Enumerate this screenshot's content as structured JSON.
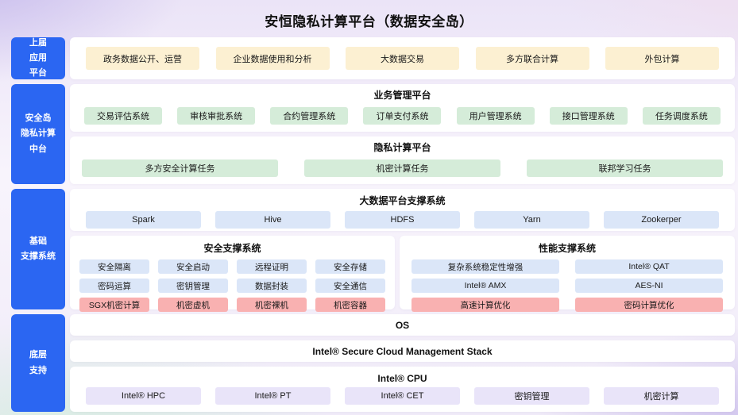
{
  "title": "安恒隐私计算平台（数据安全岛）",
  "palette": {
    "sidebar_blue": "#2b66f2",
    "yellow": "#fcf0d2",
    "green": "#d5ecd9",
    "light_blue": "#dbe6f8",
    "pink": "#f9b1b1",
    "lavender": "#e9e4f9",
    "background_purple": "#ebe4f7"
  },
  "sidebar": {
    "items": [
      {
        "label": "上届\n应用\n平台"
      },
      {
        "label": "安全岛\n隐私计算\n中台"
      },
      {
        "label": "基础\n支撑系统"
      },
      {
        "label": "底层\n支持"
      }
    ]
  },
  "app_layer": {
    "items": [
      "政务数据公开、运营",
      "企业数据使用和分析",
      "大数据交易",
      "多方联合计算",
      "外包计算"
    ]
  },
  "business_platform": {
    "title": "业务管理平台",
    "items": [
      "交易评估系统",
      "审核审批系统",
      "合约管理系统",
      "订单支付系统",
      "用户管理系统",
      "接口管理系统",
      "任务调度系统"
    ]
  },
  "privacy_platform": {
    "title": "隐私计算平台",
    "items": [
      "多方安全计算任务",
      "机密计算任务",
      "联邦学习任务"
    ]
  },
  "bigdata_support": {
    "title": "大数据平台支撑系统",
    "items": [
      "Spark",
      "Hive",
      "HDFS",
      "Yarn",
      "Zookerper"
    ]
  },
  "security_support": {
    "title": "安全支撑系统",
    "row1": [
      "安全隔离",
      "安全启动",
      "远程证明",
      "安全存储"
    ],
    "row2": [
      "密码运算",
      "密钥管理",
      "数据封装",
      "安全通信"
    ],
    "row3": [
      "SGX机密计算",
      "机密虚机",
      "机密裸机",
      "机密容器"
    ]
  },
  "performance_support": {
    "title": "性能支撑系统",
    "row1": [
      "复杂系统稳定性增强",
      "Intel® QAT"
    ],
    "row2": [
      "Intel® AMX",
      "AES-NI"
    ],
    "row3": [
      "高速计算优化",
      "密码计算优化"
    ]
  },
  "os_layer": {
    "label": "OS"
  },
  "management_stack": {
    "label": "Intel® Secure Cloud Management Stack"
  },
  "cpu_layer": {
    "title": "Intel® CPU",
    "items": [
      "Intel® HPC",
      "Intel® PT",
      "Intel® CET",
      "密钥管理",
      "机密计算"
    ]
  }
}
